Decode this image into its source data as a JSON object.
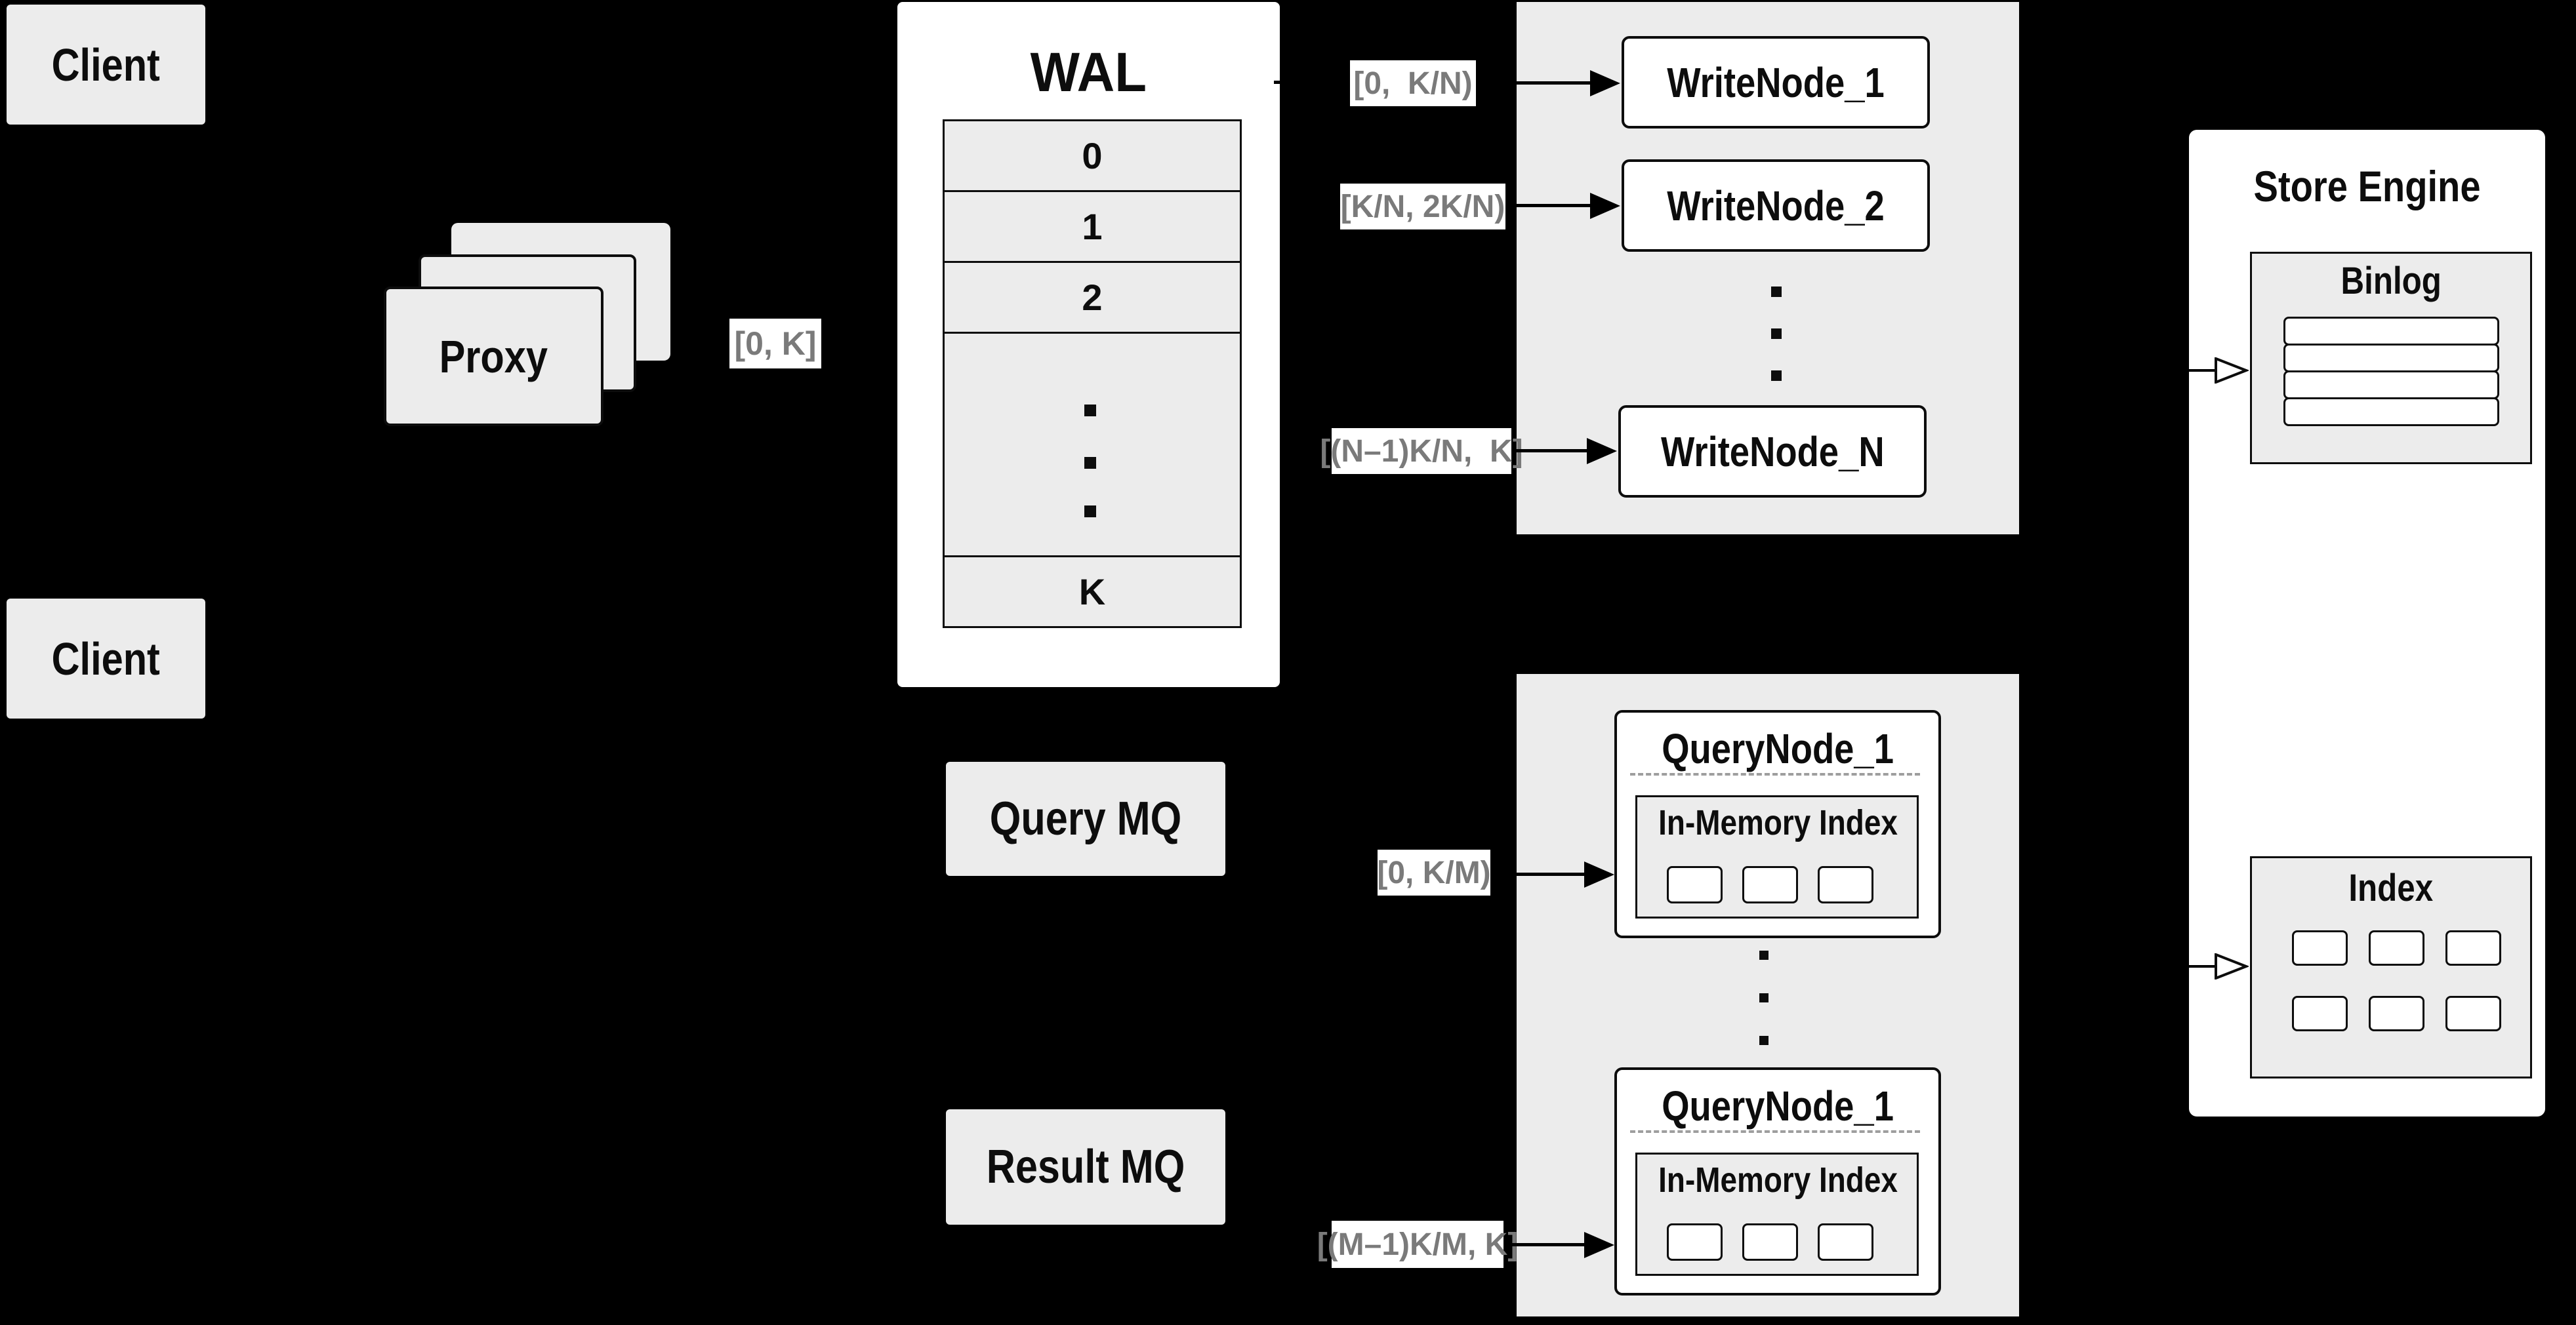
{
  "clients": {
    "top_label": "Client",
    "bottom_label": "Client"
  },
  "proxy": {
    "label": "Proxy",
    "range_label": "[0, K]"
  },
  "wal": {
    "title": "WAL",
    "segments": [
      "0",
      "1",
      "2"
    ],
    "last_segment": "K"
  },
  "write_panel": {
    "nodes": [
      {
        "label": "WriteNode_1",
        "range": "[0,  K/N)"
      },
      {
        "label": "WriteNode_2",
        "range": "[K/N, 2K/N)"
      },
      {
        "label": "WriteNode_N",
        "range": "[(N–1)K/N,  K]"
      }
    ]
  },
  "mq": {
    "query_label": "Query MQ",
    "result_label": "Result MQ"
  },
  "query_panel": {
    "nodes": [
      {
        "title": "QueryNode_1",
        "index_label": "In-Memory Index",
        "range": "[0, K/M)"
      },
      {
        "title": "QueryNode_1",
        "index_label": "In-Memory Index",
        "range": "[(M–1)K/M, K]"
      }
    ]
  },
  "store_engine": {
    "title": "Store Engine",
    "binlog_title": "Binlog",
    "index_title": "Index"
  },
  "colors": {
    "background": "#000000",
    "panel_fill": "#ececec",
    "box_fill": "#ececec",
    "node_fill": "#ffffff",
    "stroke": "#0d0d0d",
    "range_text": "#7a7a7a",
    "dashed_divider": "#9e9e9e"
  }
}
